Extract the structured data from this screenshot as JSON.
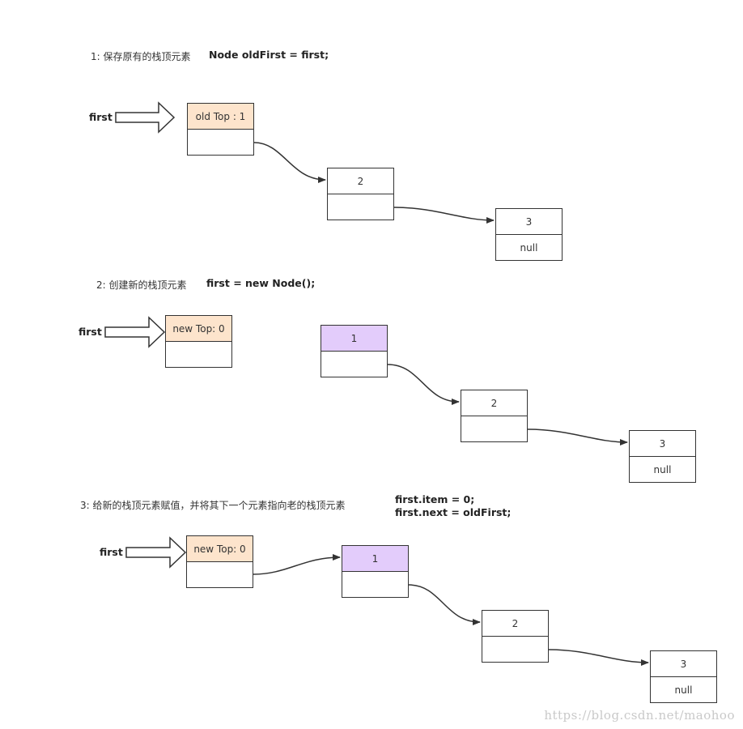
{
  "sections": [
    {
      "caption": "1: 保存原有的栈顶元素",
      "code": "Node oldFirst = first;",
      "pointer_label": "first",
      "nodes": [
        {
          "top": "old Top : 1",
          "bottom": ""
        },
        {
          "top": "2",
          "bottom": ""
        },
        {
          "top": "3",
          "bottom": "null"
        }
      ]
    },
    {
      "caption": "2: 创建新的栈顶元素",
      "code": "first = new Node();",
      "pointer_label": "first",
      "nodes": [
        {
          "top": "new Top: 0",
          "bottom": ""
        },
        {
          "top": "1",
          "bottom": ""
        },
        {
          "top": "2",
          "bottom": ""
        },
        {
          "top": "3",
          "bottom": "null"
        }
      ]
    },
    {
      "caption": "3: 给新的栈顶元素赋值，并将其下一个元素指向老的栈顶元素",
      "code_lines": [
        "first.item = 0;",
        "first.next = oldFirst;"
      ],
      "pointer_label": "first",
      "nodes": [
        {
          "top": "new Top: 0",
          "bottom": ""
        },
        {
          "top": "1",
          "bottom": ""
        },
        {
          "top": "2",
          "bottom": ""
        },
        {
          "top": "3",
          "bottom": "null"
        }
      ]
    }
  ],
  "colors": {
    "old_top_fill": "#fde4cc",
    "new_node_fill": "#e3ccfb",
    "stroke": "#333333"
  },
  "watermark": "https://blog.csdn.net/maohoo"
}
